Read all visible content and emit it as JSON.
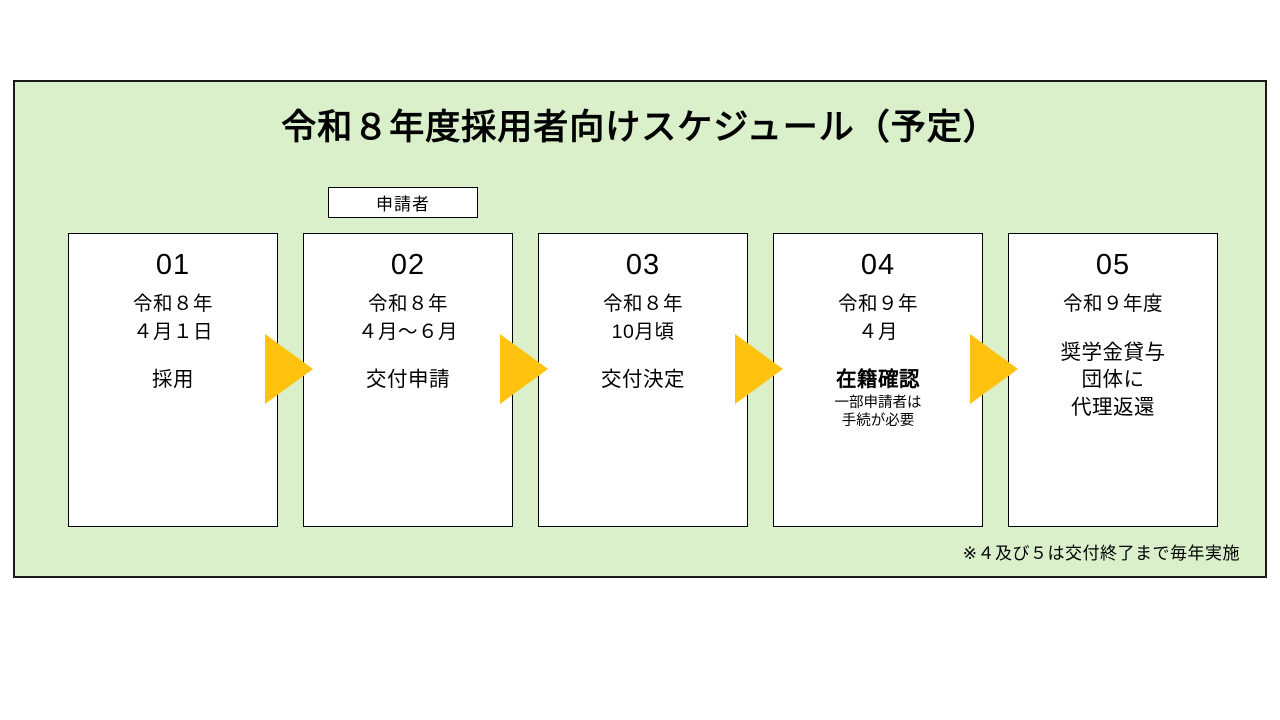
{
  "colors": {
    "panel_background": "#D9F0CB",
    "panel_border": "#1A1A1A",
    "card_background": "#FFFFFF",
    "card_border": "#000000",
    "arrow": "#FFC20E",
    "text": "#000000",
    "page_background": "#FFFFFF"
  },
  "panel": {
    "title": "令和８年度採用者向けスケジュール（予定）",
    "actor_tag": "申請者",
    "footnote": "※４及び５は交付終了まで毎年実施"
  },
  "steps": [
    {
      "number": "01",
      "date": "令和８年\n４月１日",
      "action": "採用",
      "action_bold": false,
      "note": ""
    },
    {
      "number": "02",
      "date": "令和８年\n４月〜６月",
      "action": "交付申請",
      "action_bold": false,
      "note": ""
    },
    {
      "number": "03",
      "date": "令和８年\n10月頃",
      "action": "交付決定",
      "action_bold": false,
      "note": ""
    },
    {
      "number": "04",
      "date": "令和９年\n４月",
      "action": "在籍確認",
      "action_bold": true,
      "note": "一部申請者は\n手続が必要"
    },
    {
      "number": "05",
      "date": "令和９年度",
      "action": "奨学金貸与\n団体に\n代理返還",
      "action_bold": false,
      "note": ""
    }
  ],
  "arrows": [
    {
      "name": "arrow-step-1-to-2"
    },
    {
      "name": "arrow-step-2-to-3"
    },
    {
      "name": "arrow-step-3-to-4"
    },
    {
      "name": "arrow-step-4-to-5"
    }
  ]
}
